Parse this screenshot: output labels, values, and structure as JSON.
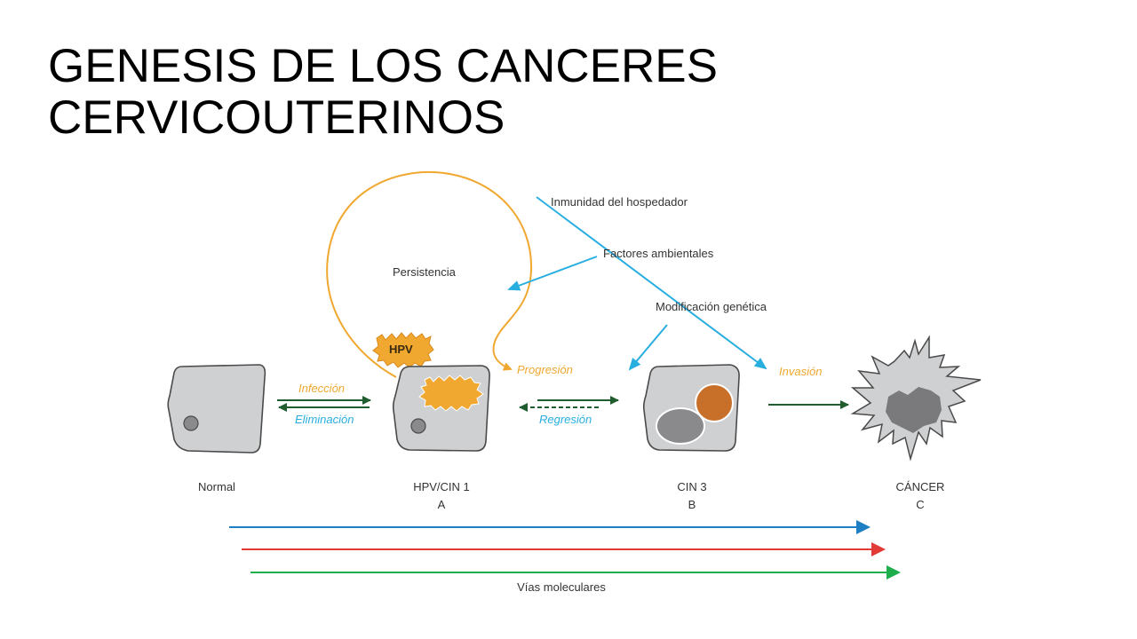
{
  "slide": {
    "title_line1": "GENESIS DE LOS CANCERES",
    "title_line2": "CERVICOUTERINOS"
  },
  "diagram": {
    "cycle_label": "Persistencia",
    "hpv_badge": "HPV",
    "factors": {
      "host_immunity": "Inmunidad del hospedador",
      "environmental": "Factores ambientales",
      "genetic": "Modificación genética"
    },
    "transitions": {
      "infection": "Infección",
      "elimination": "Eliminación",
      "progression": "Progresión",
      "regression": "Regresión",
      "invasion": "Invasión"
    },
    "stages": [
      {
        "name": "Normal",
        "letter": ""
      },
      {
        "name": "HPV/CIN 1",
        "letter": "A"
      },
      {
        "name": "CIN 3",
        "letter": "B"
      },
      {
        "name": "CÁNCER",
        "letter": "C"
      }
    ],
    "pathways_label": "Vías moleculares",
    "colors": {
      "orange": "#f0a830",
      "cyan": "#29aee0",
      "dark_green": "#1f5c2e",
      "blue": "#1f7fc4",
      "red": "#e23a36",
      "green": "#1fae4c",
      "cell_gray": "#cfd0d2",
      "brown": "#c8702a"
    }
  }
}
